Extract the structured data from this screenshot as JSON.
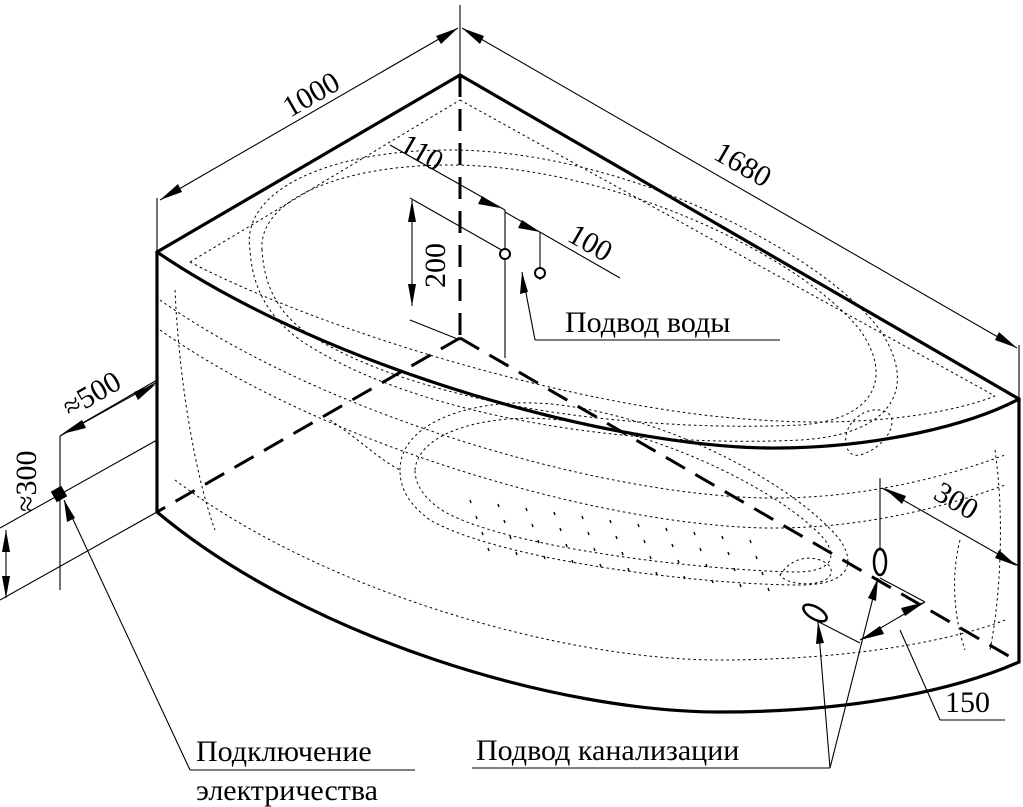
{
  "dimensions": {
    "width_short": "1000",
    "width_long": "1680",
    "water_offset_1": "110",
    "water_offset_2": "100",
    "water_height": "200",
    "power_offset": "≈500",
    "power_height": "≈300",
    "drain_offset": "300",
    "drain_spacing": "150"
  },
  "labels": {
    "water_supply": "Подвод воды",
    "power_line1": "Подключение",
    "power_line2": "электричества",
    "drain": "Подвод канализации"
  }
}
